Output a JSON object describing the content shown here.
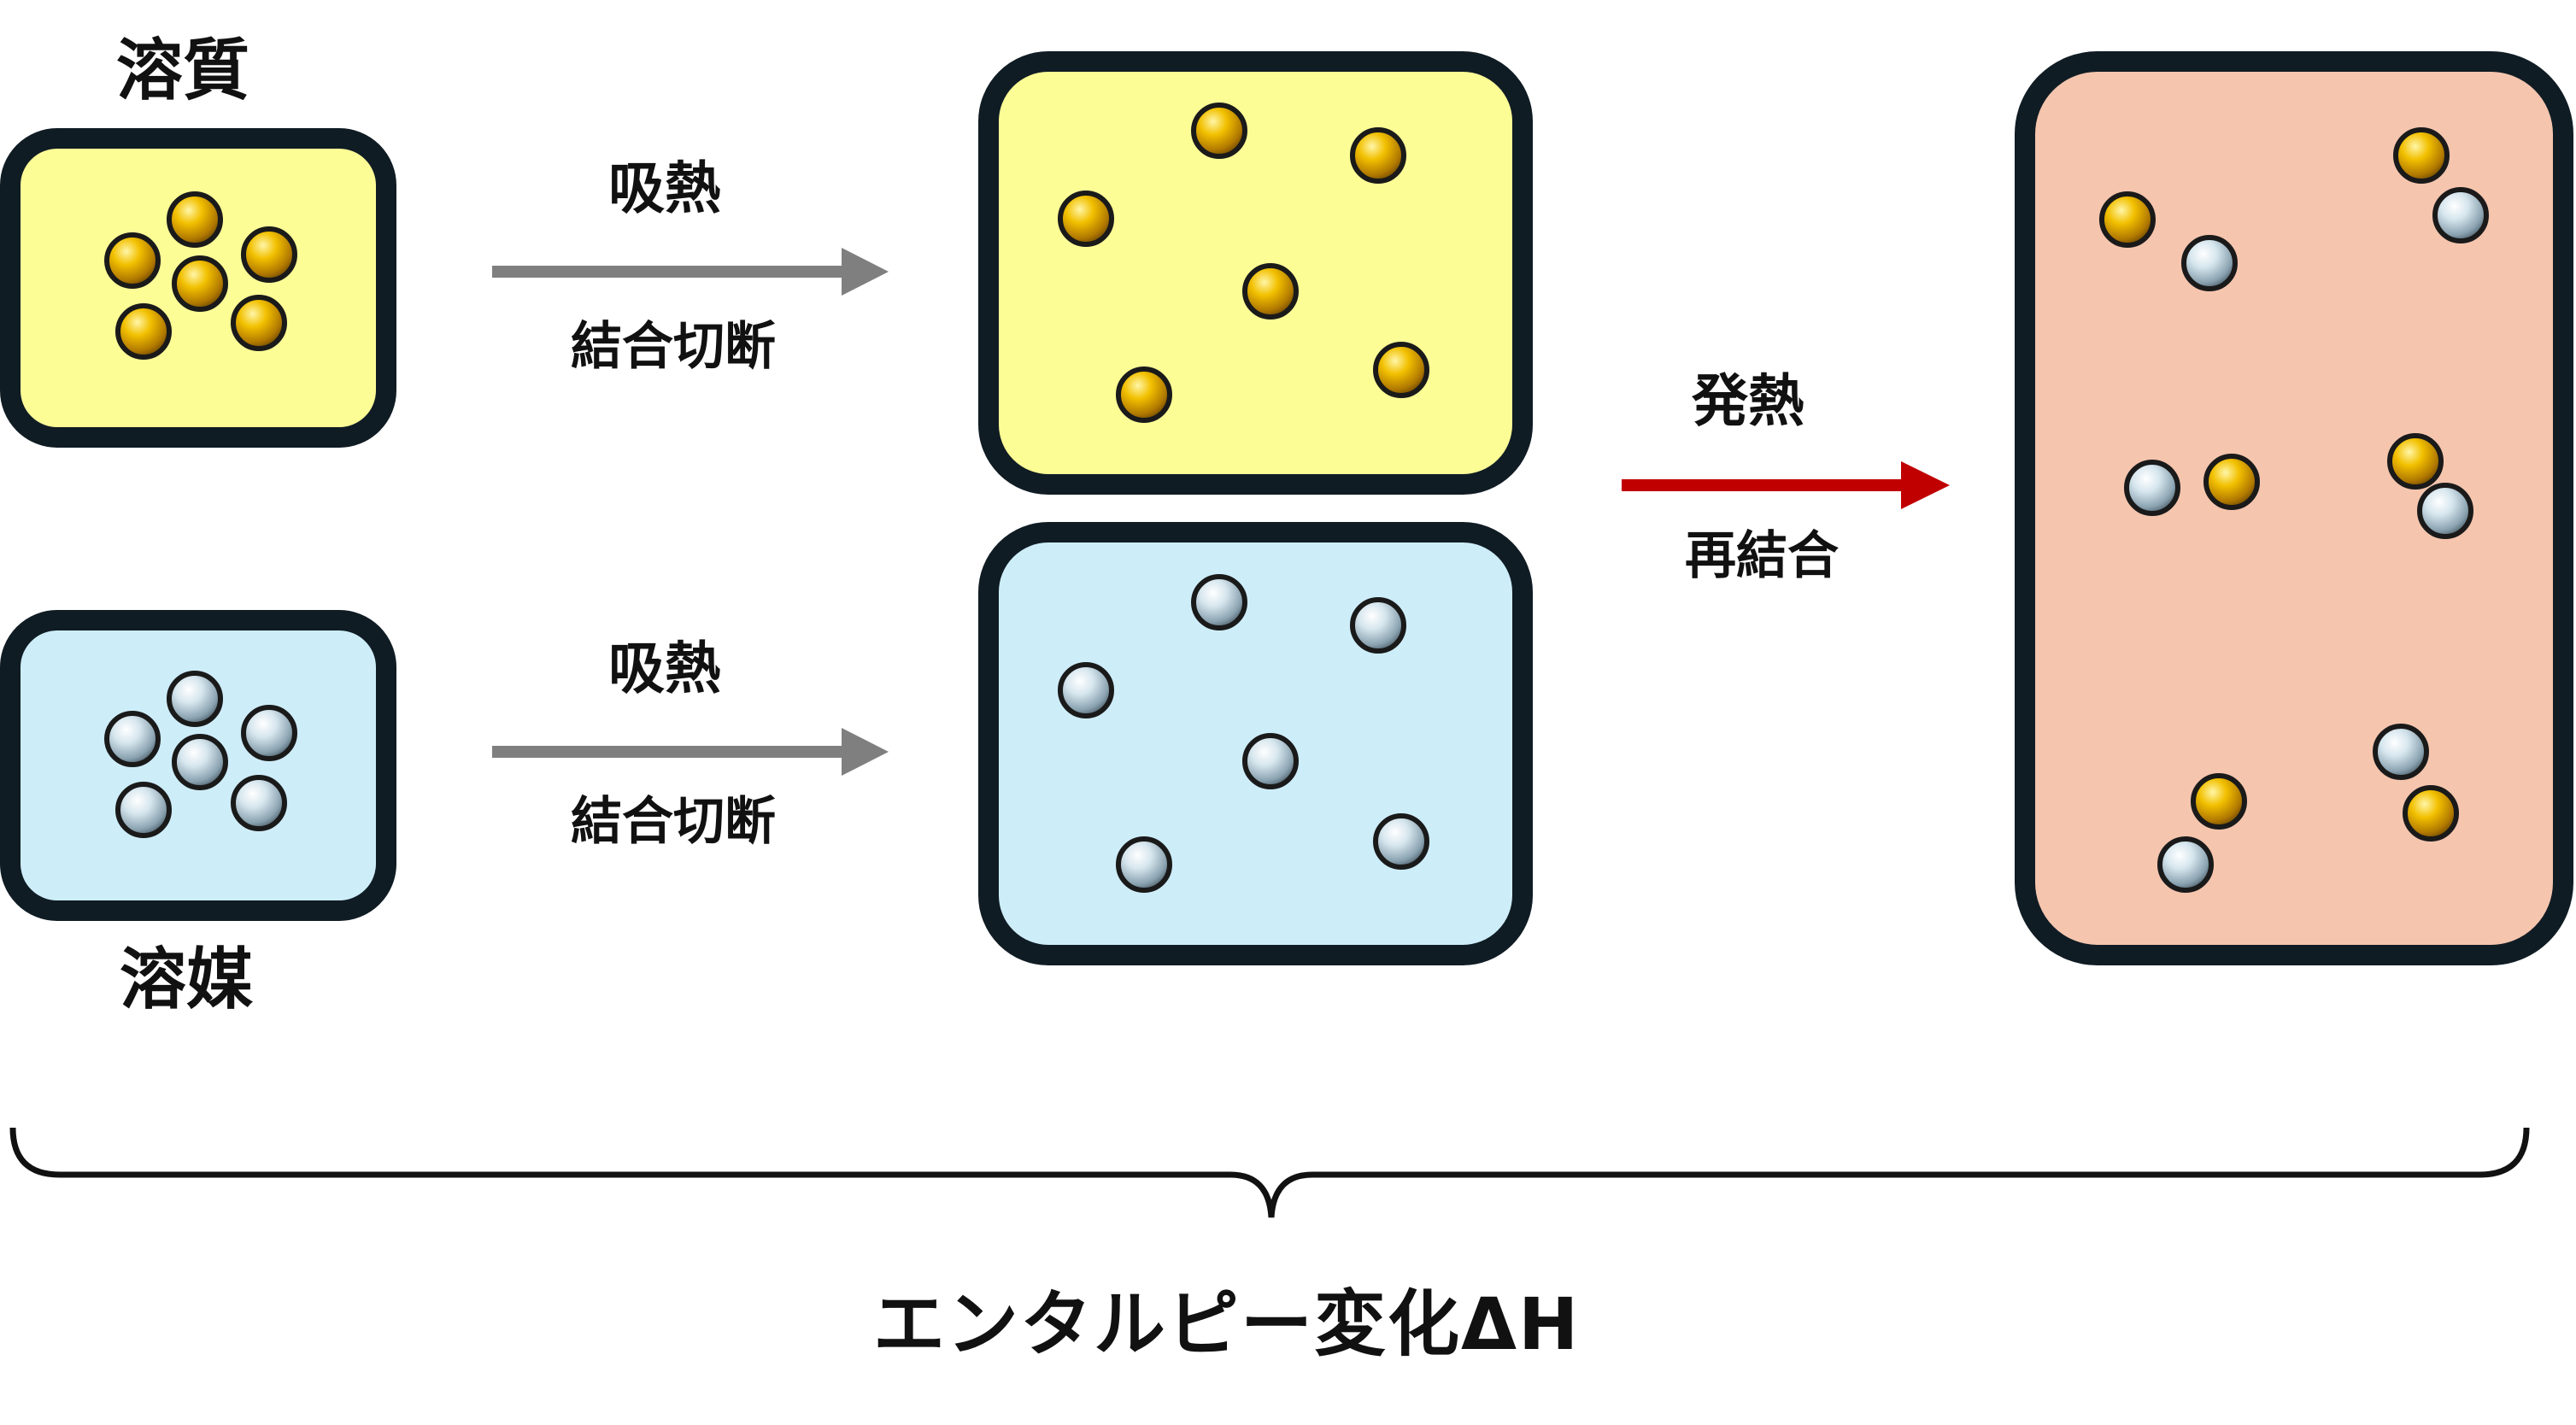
{
  "labels": {
    "solute": "溶質",
    "solvent": "溶媒",
    "endothermic_solute": "吸熱",
    "bond_break_solute": "結合切断",
    "endothermic_solvent": "吸熱",
    "bond_break_solvent": "結合切断",
    "exothermic": "発熱",
    "recombine": "再結合",
    "enthalpy_change": "エンタルピー変化ΔH"
  },
  "colors": {
    "solute_fill": "#fdfd96",
    "solvent_fill": "#cdedf9",
    "mixture_fill": "#f5c5ae",
    "box_border": "#101c24",
    "arrow_endothermic": "#7f7f7f",
    "arrow_exothermic": "#c00000",
    "solute_particle": "#e0a800",
    "solvent_particle": "#c8dce6"
  },
  "particles": {
    "solute_name": "solute-particle",
    "solvent_name": "solvent-particle"
  }
}
